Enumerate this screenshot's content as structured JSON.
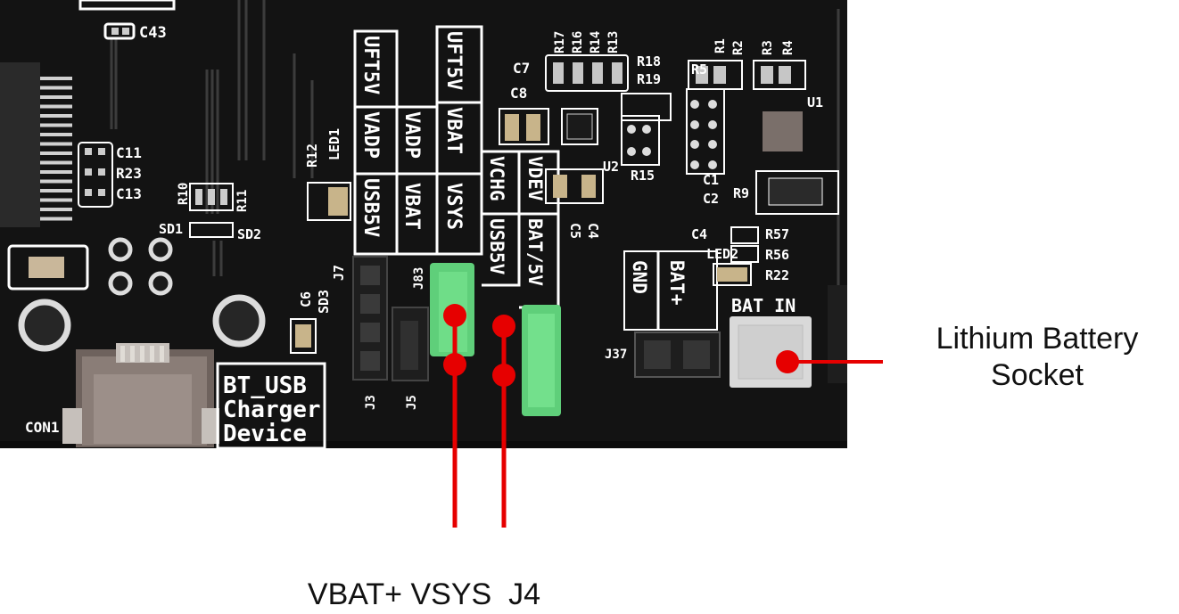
{
  "photo": {
    "colors": {
      "board": "#131313",
      "silkscreen": "#ffffff",
      "jumper": "#5fcf7a",
      "pin_header": "#1e1e1e",
      "socket": "#d9d9d9",
      "connector_metal": "#8a7d77"
    },
    "silkscreen_text": {
      "col1": [
        "UFT5V",
        "VADP",
        "USB5V"
      ],
      "col2": [
        "VADP",
        "VBAT"
      ],
      "col3": [
        "UFT5V",
        "VBAT",
        "VSYS"
      ],
      "col4": [
        "VCHG",
        "USB5V"
      ],
      "col5": [
        "VDEV",
        "BAT/5V"
      ],
      "gnd_block": [
        "GND",
        "BAT+"
      ],
      "bat_in": "BAT IN",
      "device": [
        "BT_USB",
        "Charger",
        "Device"
      ],
      "refs": [
        "C43",
        "C11",
        "R23",
        "C13",
        "R10",
        "R11",
        "SD1",
        "SD2",
        "R12",
        "LED1",
        "J7",
        "J3",
        "J5",
        "J83",
        "C6",
        "SD3",
        "R17",
        "R16",
        "R14",
        "R13",
        "C7",
        "C8",
        "R18",
        "R19",
        "R15",
        "C5",
        "C4",
        "U2",
        "R5",
        "R1",
        "R2",
        "R3",
        "R4",
        "C1",
        "C2",
        "U1",
        "R9",
        "C4",
        "R57",
        "LED2",
        "R56",
        "R22",
        "J37",
        "CON1"
      ]
    }
  },
  "annotations": {
    "lithium_socket": [
      "Lithium Battery",
      "Socket"
    ],
    "jumpers_label": "VBAT+ VSYS  J4",
    "marker_color": "#e60000"
  }
}
